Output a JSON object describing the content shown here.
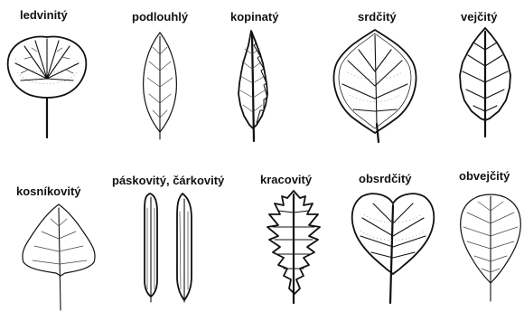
{
  "leaves": [
    {
      "name": "ledvinitý"
    },
    {
      "name": "podlouhlý"
    },
    {
      "name": "kopinatý"
    },
    {
      "name": "srdčitý"
    },
    {
      "name": "vejčitý"
    },
    {
      "name": "kosníkovitý"
    },
    {
      "name": "páskovitý, čárkovitý"
    },
    {
      "name": "kracovitý"
    },
    {
      "name": "obsrdčitý"
    },
    {
      "name": "obvejčitý"
    }
  ]
}
